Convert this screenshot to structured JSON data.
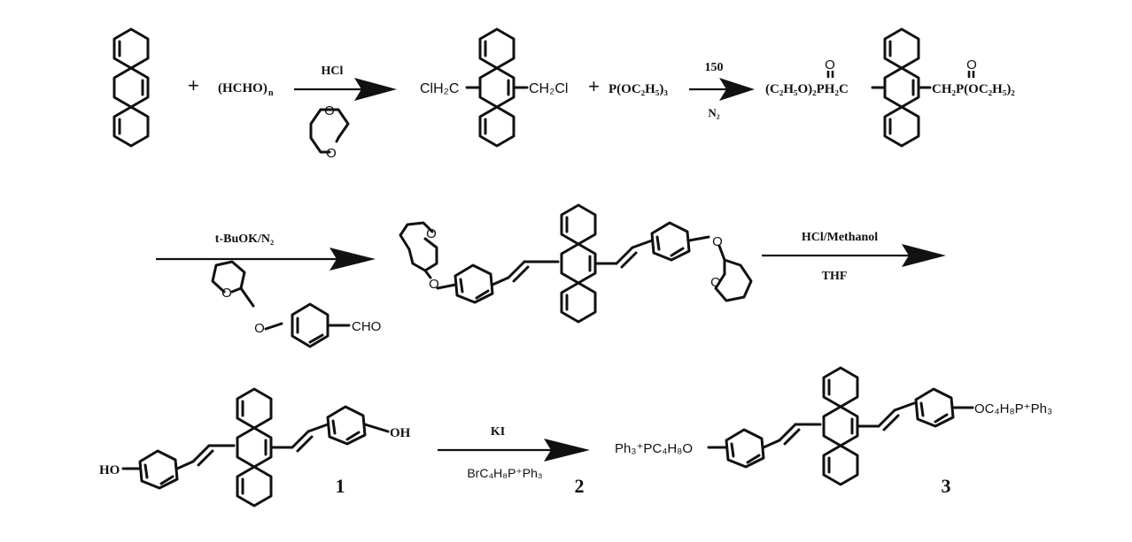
{
  "row1": {
    "plus1": "+",
    "paraformaldehyde": "(HCHO)",
    "paraformaldehyde_sub": "n",
    "step1_reagent": "HCl",
    "ring_o_top": "O",
    "ring_o_bottom": "O",
    "chloromethyl_left": "ClH₂C",
    "chloromethyl_right": "CH₂Cl",
    "plus2": "+",
    "phosphite": "P(OC₂H₅)₃",
    "step2_top": "150",
    "step2_bottom": "N₂",
    "phosphonate_left": "(C₂H₅O)₂PH₂C",
    "phosphonate_right": "CH₂P(OC₂H₅)₂",
    "phosphoryl_o_left": "O",
    "phosphoryl_o_right": "O"
  },
  "row2": {
    "step3_reagent": "t-BuOK/N₂",
    "aldehyde_group": "CHO",
    "thp_o": "O",
    "ether_o": "O",
    "step4_top": "HCl/Methanol",
    "step4_bottom": "THF"
  },
  "row3": {
    "oh_left": "HO",
    "oh_right": "OH",
    "label_1": "1",
    "step5_top": "KI",
    "step5_bottom": "BrC₄H₈P⁺Ph₃",
    "label_2": "2",
    "phosphonium_left": "Ph₃⁺PC₄H₈O",
    "phosphonium_right": "OC₄H₈P⁺Ph₃",
    "label_3": "3"
  }
}
